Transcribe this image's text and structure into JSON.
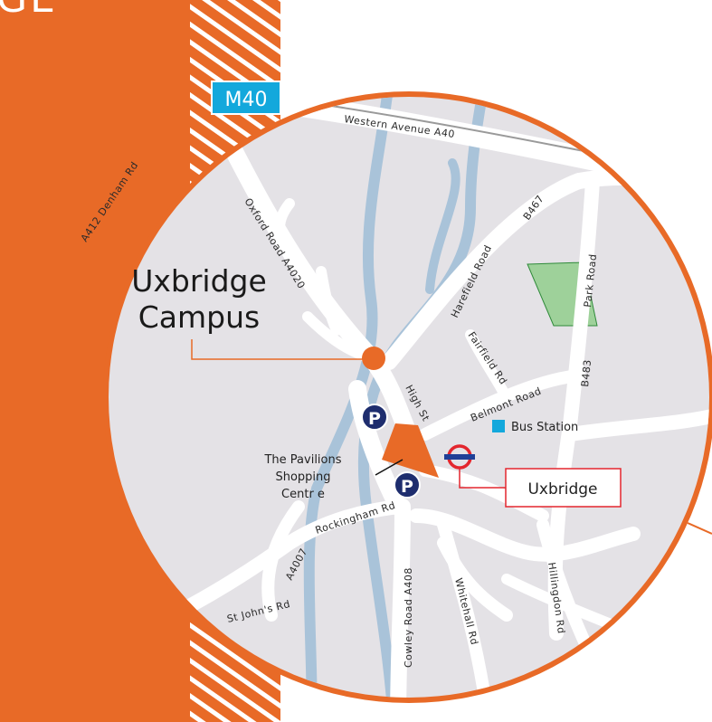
{
  "header": {
    "title_fragment": "GE"
  },
  "motorway": {
    "shield": "M40",
    "road_name": "Western Avenue A40"
  },
  "campus": {
    "line1": "Uxbridge",
    "line2": "Campus"
  },
  "roads": {
    "denham": "A412  Denham Rd",
    "oxford": "Oxford Road A4020",
    "harefield": "Harefield Road",
    "b467": "B467",
    "park": "Park Road",
    "fairfield": "Fairfield Rd",
    "belmont": "Belmont Road",
    "b483": "B483",
    "high_st": "High St",
    "rockingham": "Rockingham Rd",
    "a4007": "A4007",
    "st_johns": "St John's Rd",
    "cowley": "Cowley Road A408",
    "whitehall": "Whitehall Rd",
    "hillingdon": "Hillingdon Rd"
  },
  "poi": {
    "bus_station": "Bus Station",
    "parking_symbol": "P",
    "pavilions_line1": "The Pavilions",
    "pavilions_line2": "Shopping",
    "pavilions_line3": "Centr e",
    "station_name": "Uxbridge"
  },
  "colors": {
    "orange": "#E86A27",
    "map_bg": "#E4E2E6",
    "road": "#FFFFFF",
    "river": "#A9C3D9",
    "park": "#9ED19A",
    "motorway_blue": "#13A8DC",
    "parking_blue": "#1E2D6E",
    "underground_red": "#E3262E",
    "underground_blue": "#1F3F97"
  }
}
